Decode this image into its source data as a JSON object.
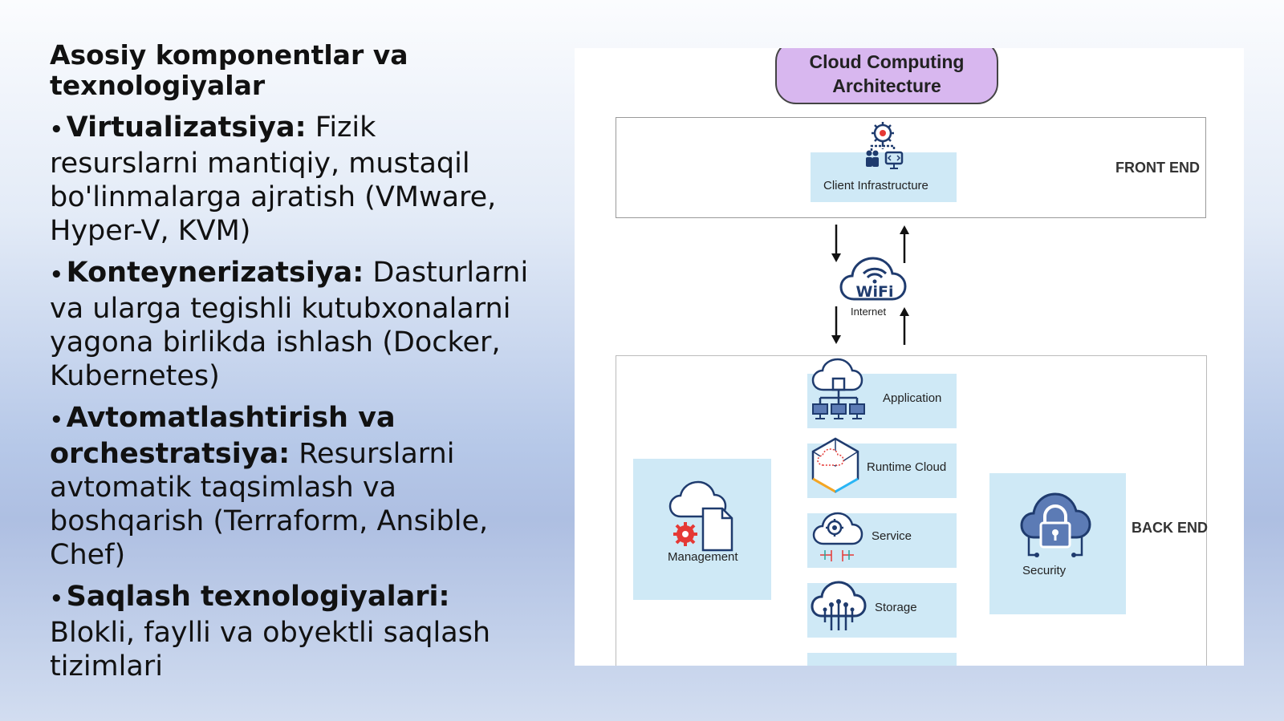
{
  "left": {
    "heading": "Asosiy komponentlar va texnologiyalar",
    "bullets": [
      {
        "term": "Virtualizatsiya:",
        "text": "Fizik resurslarni mantiqiy, mustaqil bo'linmalarga ajratish (VMware, Hyper-V, KVM)"
      },
      {
        "term": "Konteynerizatsiya:",
        "text": "Dasturlarni va ularga tegishli kutubxonalarni yagona birlikda ishlash (Docker, Kubernetes)"
      },
      {
        "term": "Avtomatlashtirish va orchestratsiya:",
        "text": "Resurslarni avtomatik taqsimlash va boshqarish (Terraform, Ansible, Chef)"
      },
      {
        "term": "Saqlash texnologiyalari:",
        "text": "Blokli, faylli va obyektli saqlash tizimlari"
      }
    ]
  },
  "diagram": {
    "title_line1": "Cloud Computing",
    "title_line2": "Architecture",
    "front_end_label": "FRONT END",
    "back_end_label": "BACK END",
    "client_label": "Client Infrastructure",
    "internet_label": "Internet",
    "wifi_text": "WiFi",
    "application_label": "Application",
    "runtime_label": "Runtime Cloud",
    "service_label": "Service",
    "storage_label": "Storage",
    "management_label": "Management",
    "security_label": "Security",
    "colors": {
      "tile": "#cfe9f6",
      "title_pill": "#d8b7ef",
      "icon_stroke": "#1f3b6e",
      "icon_accent": "#e53935"
    },
    "icons": [
      "gear-icon",
      "users-icon",
      "monitor-code-icon",
      "wifi-cloud-icon",
      "cloud-network-icon",
      "cube-cloud-icon",
      "cloud-gear-icon",
      "cloud-circuit-icon",
      "cloud-document-icon",
      "cloud-lock-icon"
    ]
  }
}
